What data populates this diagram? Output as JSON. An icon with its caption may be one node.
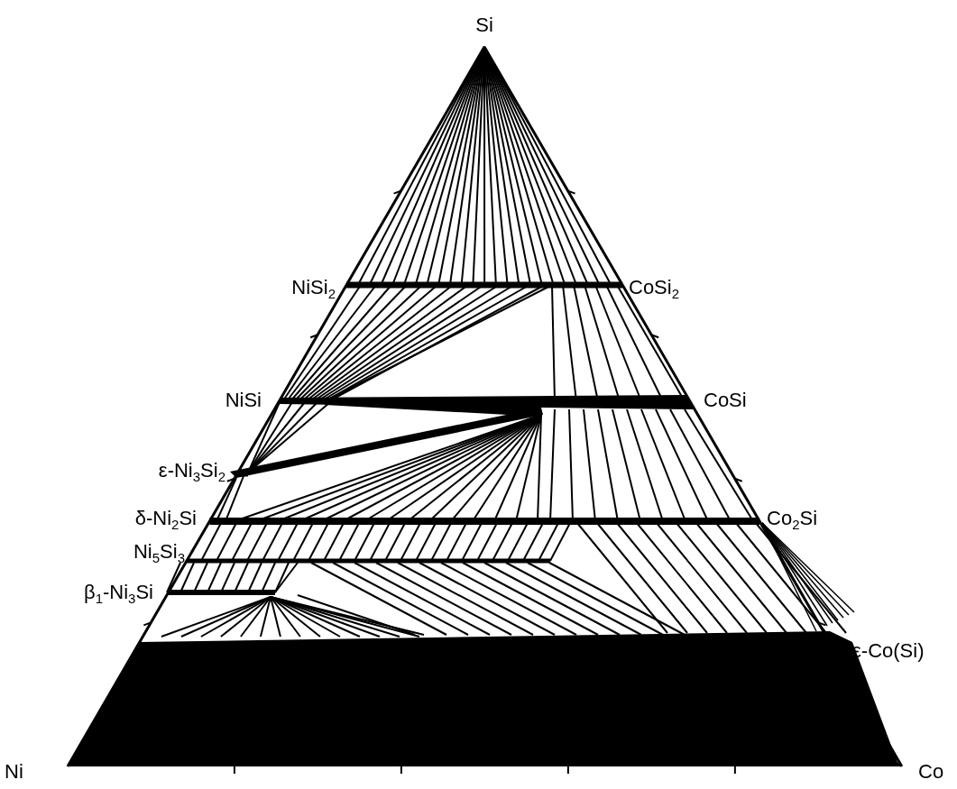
{
  "diagram": {
    "labels": [
      "Si",
      "NiSi$_{2}$",
      "CoSi$_{2}$",
      "NiSi",
      "CoSi",
      "ε-Ni$_{3}$Si$_{2}$",
      "δ-Ni$_{2}$Si",
      "Co$_{2}$Si",
      "Ni$_{5}$Si$_{3}$",
      "β$_{1}$-Ni$_{3}$Si",
      "ε-Co(Si)",
      "Ni",
      "Co"
    ]
  }
}
